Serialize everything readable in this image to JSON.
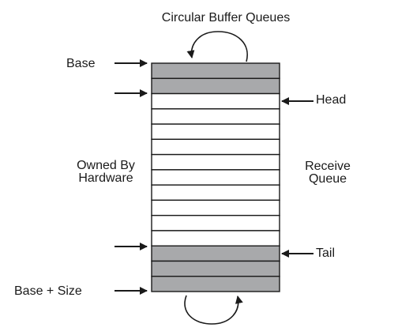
{
  "title": "Circular Buffer Queues",
  "labels": {
    "base": "Base",
    "base_plus_size": "Base + Size",
    "head": "Head",
    "tail": "Tail",
    "owned_by_hardware_line1": "Owned By",
    "owned_by_hardware_line2": "Hardware",
    "receive_queue_line1": "Receive",
    "receive_queue_line2": "Queue"
  },
  "queue": {
    "slot_count": 15,
    "shaded_slots": [
      0,
      1,
      12,
      13,
      14
    ],
    "colors": {
      "shaded_fill": "#a8a9ab",
      "empty_fill": "#ffffff",
      "stroke": "#1a1a1a",
      "arrow": "#1a1a1a"
    }
  }
}
